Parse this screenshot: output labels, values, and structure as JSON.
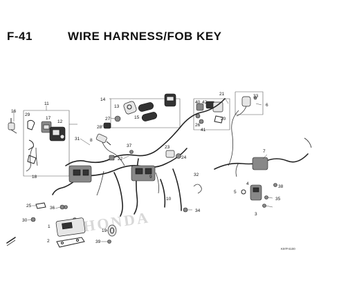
{
  "header": {
    "figure_code": "F-41",
    "title": "WIRE HARNESS/FOB KEY"
  },
  "diagram": {
    "callouts": [
      "1",
      "2",
      "3",
      "4",
      "5",
      "6",
      "7",
      "8",
      "9",
      "10",
      "11",
      "12",
      "13",
      "14",
      "15",
      "16",
      "17",
      "18",
      "19",
      "20",
      "21",
      "22",
      "23",
      "24",
      "25",
      "26",
      "27",
      "28",
      "29",
      "30",
      "31",
      "32",
      "33",
      "34",
      "35",
      "36",
      "37",
      "38",
      "39",
      "40",
      "41",
      "42"
    ],
    "watermark": "HONDA",
    "reference_code": "K97F4100"
  }
}
